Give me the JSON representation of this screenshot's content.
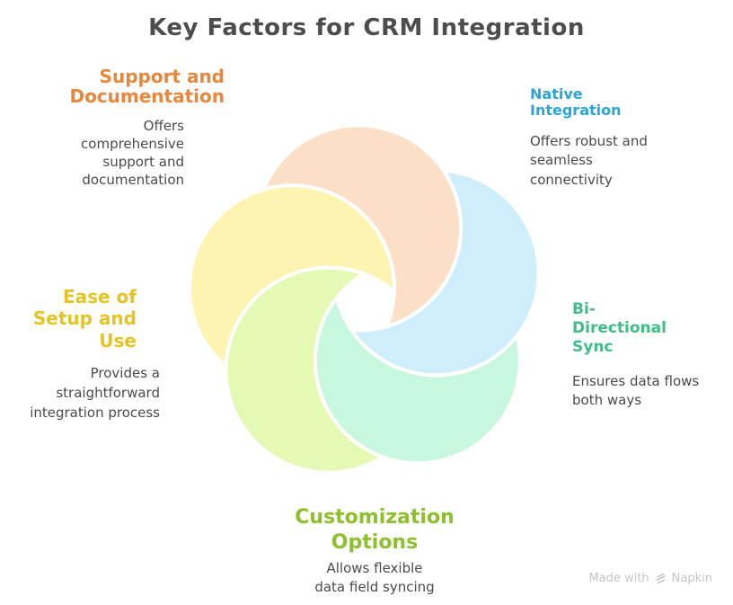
{
  "title": "Key Factors for CRM Integration",
  "colors": {
    "title_text": "#4d4d4d",
    "body_text": "#4a4a4a",
    "background": "#ffffff",
    "petal_separator": "#ffffff",
    "watermark_text": "#c4c4c4"
  },
  "factors": [
    {
      "id": "support-and-documentation",
      "heading": "Support and\nDocumentation",
      "description": "Offers\ncomprehensive\nsupport and\ndocumentation",
      "heading_color": "#e8873c",
      "petal_color": "#fbdfc6"
    },
    {
      "id": "native-integration",
      "heading": "Native\nIntegration",
      "description": "Offers robust and\nseamless\nconnectivity",
      "heading_color": "#2ba4dc",
      "petal_color": "#cdeefa"
    },
    {
      "id": "bi-directional-sync",
      "heading": "Bi-\nDirectional\nSync",
      "description": "Ensures data flows\nboth ways",
      "heading_color": "#3ebd88",
      "petal_color": "#c7f8de"
    },
    {
      "id": "customization-options",
      "heading": "Customization\nOptions",
      "description": "Allows flexible\ndata field syncing",
      "heading_color": "#8dc02f",
      "petal_color": "#e3f9b4"
    },
    {
      "id": "ease-of-setup-and-use",
      "heading": "Ease of\nSetup and\nUse",
      "description": "Provides a\nstraightforward\nintegration process",
      "heading_color": "#e4c322",
      "petal_color": "#fdf4b2"
    }
  ],
  "watermark": {
    "prefix": "Made with",
    "brand": "Napkin",
    "icon": "napkin-logo-icon"
  }
}
